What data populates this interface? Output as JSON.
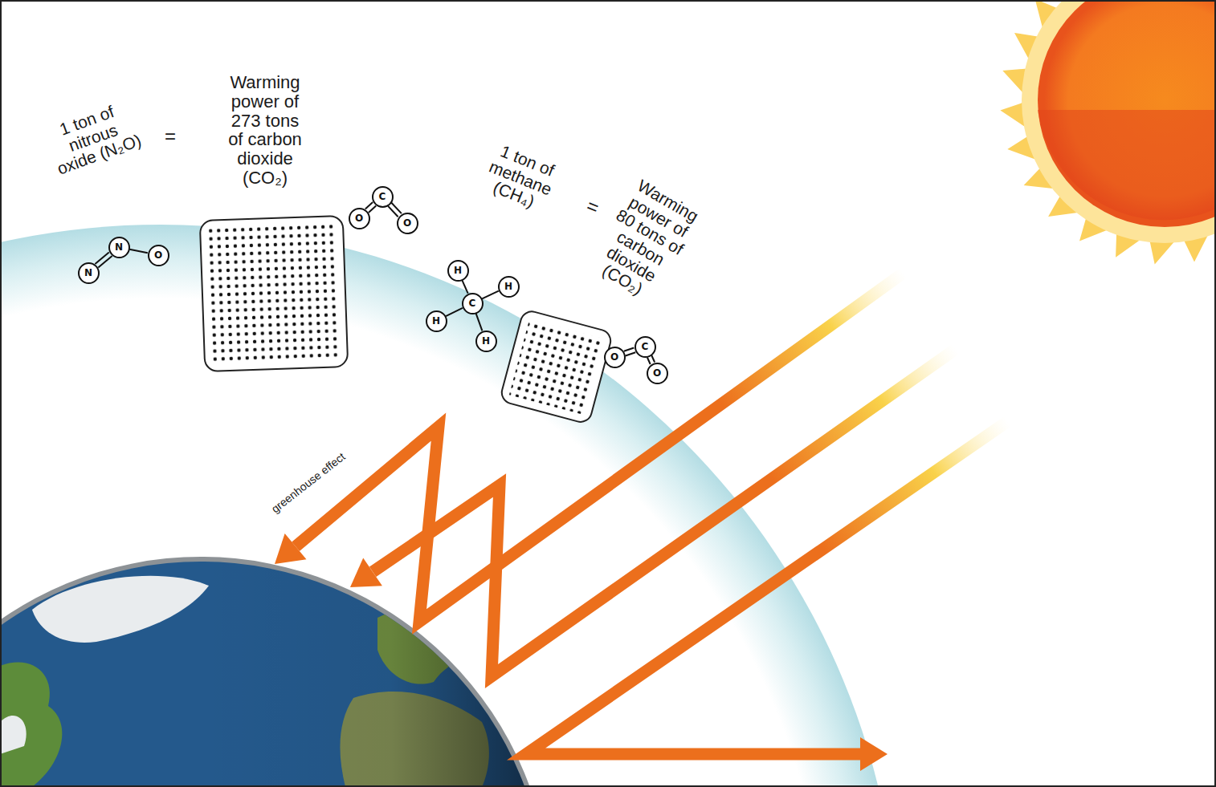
{
  "diagram": {
    "nodes": [
      {
        "text": [
          "N"
        ]
      },
      {
        "text": [
          "N"
        ]
      },
      {
        "text": [
          "O"
        ]
      },
      {
        "text": [
          "O"
        ]
      },
      {
        "text": [
          "C"
        ]
      },
      {
        "text": [
          "O"
        ]
      },
      {
        "text": [
          "H"
        ]
      },
      {
        "text": [
          "H"
        ]
      },
      {
        "text": [
          "C"
        ]
      },
      {
        "text": [
          "H"
        ]
      },
      {
        "text": [
          "H"
        ]
      },
      {
        "text": [
          "O"
        ]
      },
      {
        "text": [
          "C"
        ]
      },
      {
        "text": [
          "O"
        ]
      }
    ],
    "edges": [
      {
        "from": 0,
        "to": 1,
        "arrow": "none"
      },
      {
        "from": 1,
        "to": 2,
        "arrow": "none"
      },
      {
        "from": 3,
        "to": 4,
        "arrow": "none"
      },
      {
        "from": 4,
        "to": 5,
        "arrow": "none"
      },
      {
        "from": 8,
        "to": 6,
        "arrow": "none"
      },
      {
        "from": 8,
        "to": 7,
        "arrow": "none"
      },
      {
        "from": 8,
        "to": 9,
        "arrow": "none"
      },
      {
        "from": 8,
        "to": 10,
        "arrow": "none"
      },
      {
        "from": 11,
        "to": 12,
        "arrow": "none"
      },
      {
        "from": 12,
        "to": 13,
        "arrow": "none"
      }
    ],
    "labels": [
      "1 ton of nitrous oxide (N₂O)",
      "=",
      "Warming power of 273 tons of carbon dioxide (CO₂)",
      "1 ton of methane (CH₄)",
      "=",
      "Warming power of 80 tons of carbon dioxide (CO₂)",
      "greenhouse effect"
    ]
  }
}
